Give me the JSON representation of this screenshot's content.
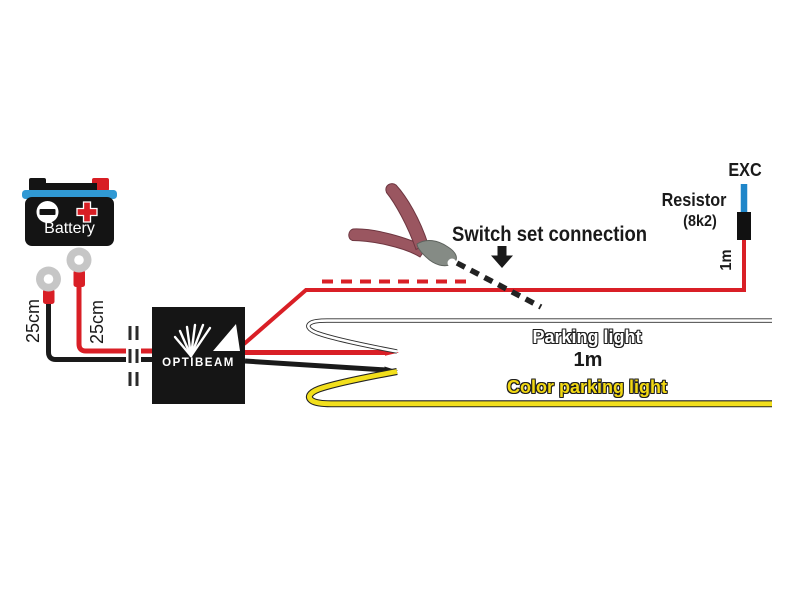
{
  "battery": {
    "label": "Battery"
  },
  "cables": {
    "negative_length": "25cm",
    "positive_length": "25cm"
  },
  "control_box": {
    "brand": "OPTIBEAM"
  },
  "switch_note": {
    "label": "Switch set connection"
  },
  "resistor": {
    "terminal_label": "EXC",
    "name": "Resistor",
    "value": "(8k2)",
    "wire_length": "1m"
  },
  "outputs": {
    "parking_light": "Parking light",
    "wire_length": "1m",
    "color_parking_light": "Color parking light"
  },
  "colors": {
    "wire_red": "#D91F26",
    "wire_black": "#1A1A1A",
    "wire_white": "#FFFFFF",
    "wire_yellow": "#F2DF1C",
    "exc_blue": "#1F86C9",
    "battery_blue": "#3099D4",
    "terminal_gray": "#C6C6C6",
    "label_yellow": "#F2D812",
    "pliers_maroon": "#9A5660",
    "jaw_gray": "#858B85"
  }
}
